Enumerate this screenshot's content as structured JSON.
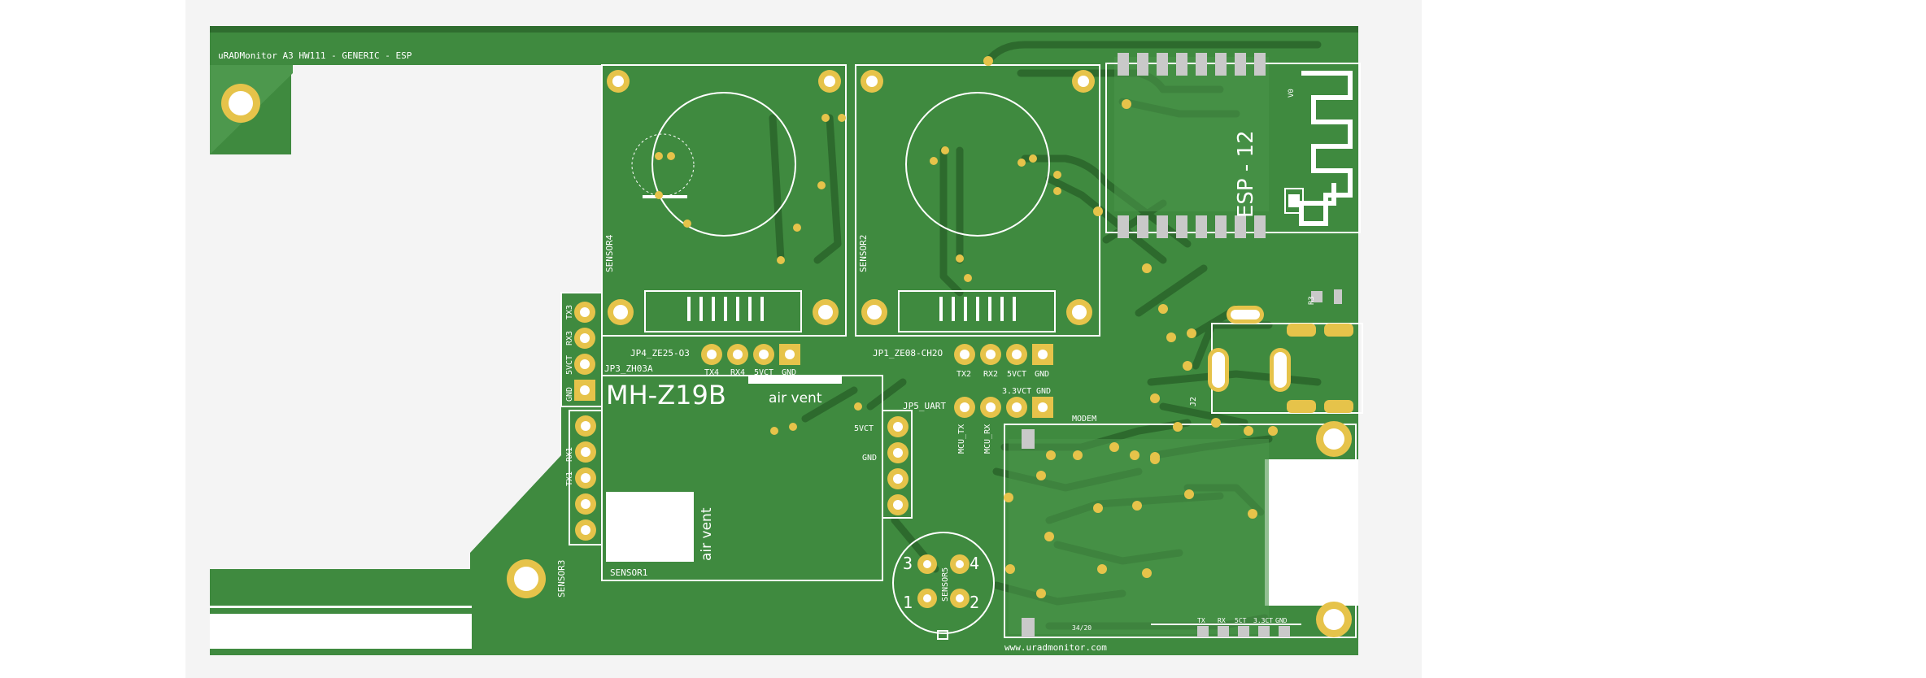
{
  "board": {
    "title": "uRADMonitor A3 HW111 - GENERIC - ESP",
    "footer_url": "www.uradmonitor.com",
    "modem_label": "MODEM",
    "mark_3420": "34/20",
    "colors": {
      "background": "#ffffff",
      "pcb": "#3f8a3f",
      "pcb_light": "#57a257",
      "trace": "#2d6a2d",
      "silkscreen": "#ffffff",
      "pad": "#e6c34a",
      "smd_pad": "#c9c9c9"
    }
  },
  "sensor4": {
    "name": "SENSOR4",
    "connector": "JP4_ZE25-O3",
    "pins": [
      "TX4",
      "RX4",
      "5VCT",
      "GND"
    ]
  },
  "sensor2": {
    "name": "SENSOR2",
    "connector": "JP1_ZE08-CH2O",
    "pins": [
      "TX2",
      "RX2",
      "5VCT",
      "GND"
    ]
  },
  "sensor3": {
    "name": "SENSOR3",
    "connector": "JP3_ZH03A",
    "pins": [
      "GND",
      "5VCT",
      "RX3",
      "TX3"
    ]
  },
  "sensor1": {
    "name": "SENSOR1",
    "module": "MH-Z19B",
    "air_vent": "air vent",
    "pins_left": [
      "TX1",
      "RX1"
    ],
    "pins_right": [
      "5VCT",
      "GND"
    ]
  },
  "sensor5": {
    "name": "SENSOR5",
    "pins": [
      "1",
      "2",
      "3",
      "4"
    ]
  },
  "uart": {
    "connector": "JP5_UART",
    "pins": [
      "MCU_TX",
      "MCU_RX",
      "3.3VCT",
      "GND"
    ]
  },
  "esp": {
    "label": "ESP - 12",
    "v0": "V0"
  },
  "refs": {
    "j2": "J2",
    "r3": "R3"
  },
  "bottom_header": [
    "TX",
    "RX",
    "5CT",
    "3.3CT",
    "GND"
  ]
}
